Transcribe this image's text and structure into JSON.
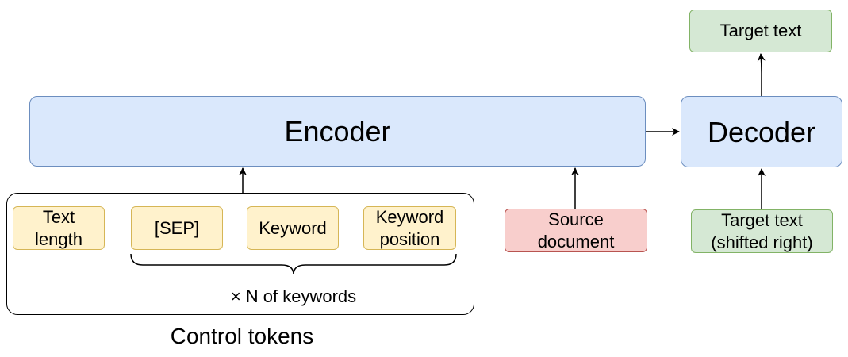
{
  "encoder": {
    "label": "Encoder"
  },
  "decoder": {
    "label": "Decoder"
  },
  "control_tokens": {
    "group_label": "Control tokens",
    "repeat_label": "× N of keywords",
    "text_length": "Text\nlength",
    "sep": "[SEP]",
    "keyword": "Keyword",
    "keyword_position": "Keyword\nposition"
  },
  "source_document": {
    "label": "Source\ndocument"
  },
  "target_text": {
    "label": "Target text"
  },
  "target_shifted": {
    "label": "Target text\n(shifted right)"
  },
  "colors": {
    "encoder_decoder_fill": "#dae8fc",
    "encoder_decoder_border": "#6c8ebf",
    "control_token_fill": "#fff2cc",
    "control_token_border": "#d6b656",
    "source_fill": "#f8cecc",
    "source_border": "#b85450",
    "target_fill": "#d5e8d4",
    "target_border": "#82b366"
  }
}
